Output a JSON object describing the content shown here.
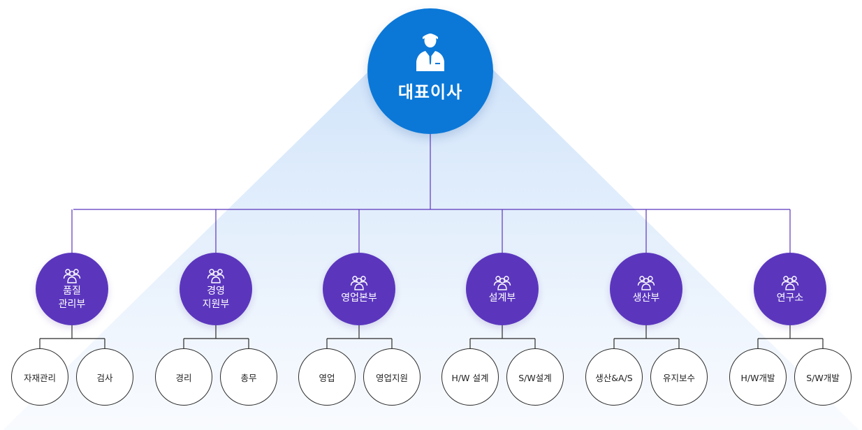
{
  "ceo": {
    "title": "대표이사"
  },
  "departments": [
    {
      "name": "품질\n관리부",
      "teams": [
        "자재관리",
        "검사"
      ]
    },
    {
      "name": "경영\n지원부",
      "teams": [
        "경리",
        "총무"
      ]
    },
    {
      "name": "영업본부",
      "teams": [
        "영업",
        "영업지원"
      ]
    },
    {
      "name": "설계부",
      "teams": [
        "H/W 설계",
        "S/W설계"
      ]
    },
    {
      "name": "생산부",
      "teams": [
        "생산&A/S",
        "유지보수"
      ]
    },
    {
      "name": "연구소",
      "teams": [
        "H/W개발",
        "S/W개발"
      ]
    }
  ],
  "colors": {
    "ceo": "#0b78d8",
    "department": "#5b36bd",
    "connector": "#5b36bd",
    "team_border": "#2a2a2a"
  }
}
